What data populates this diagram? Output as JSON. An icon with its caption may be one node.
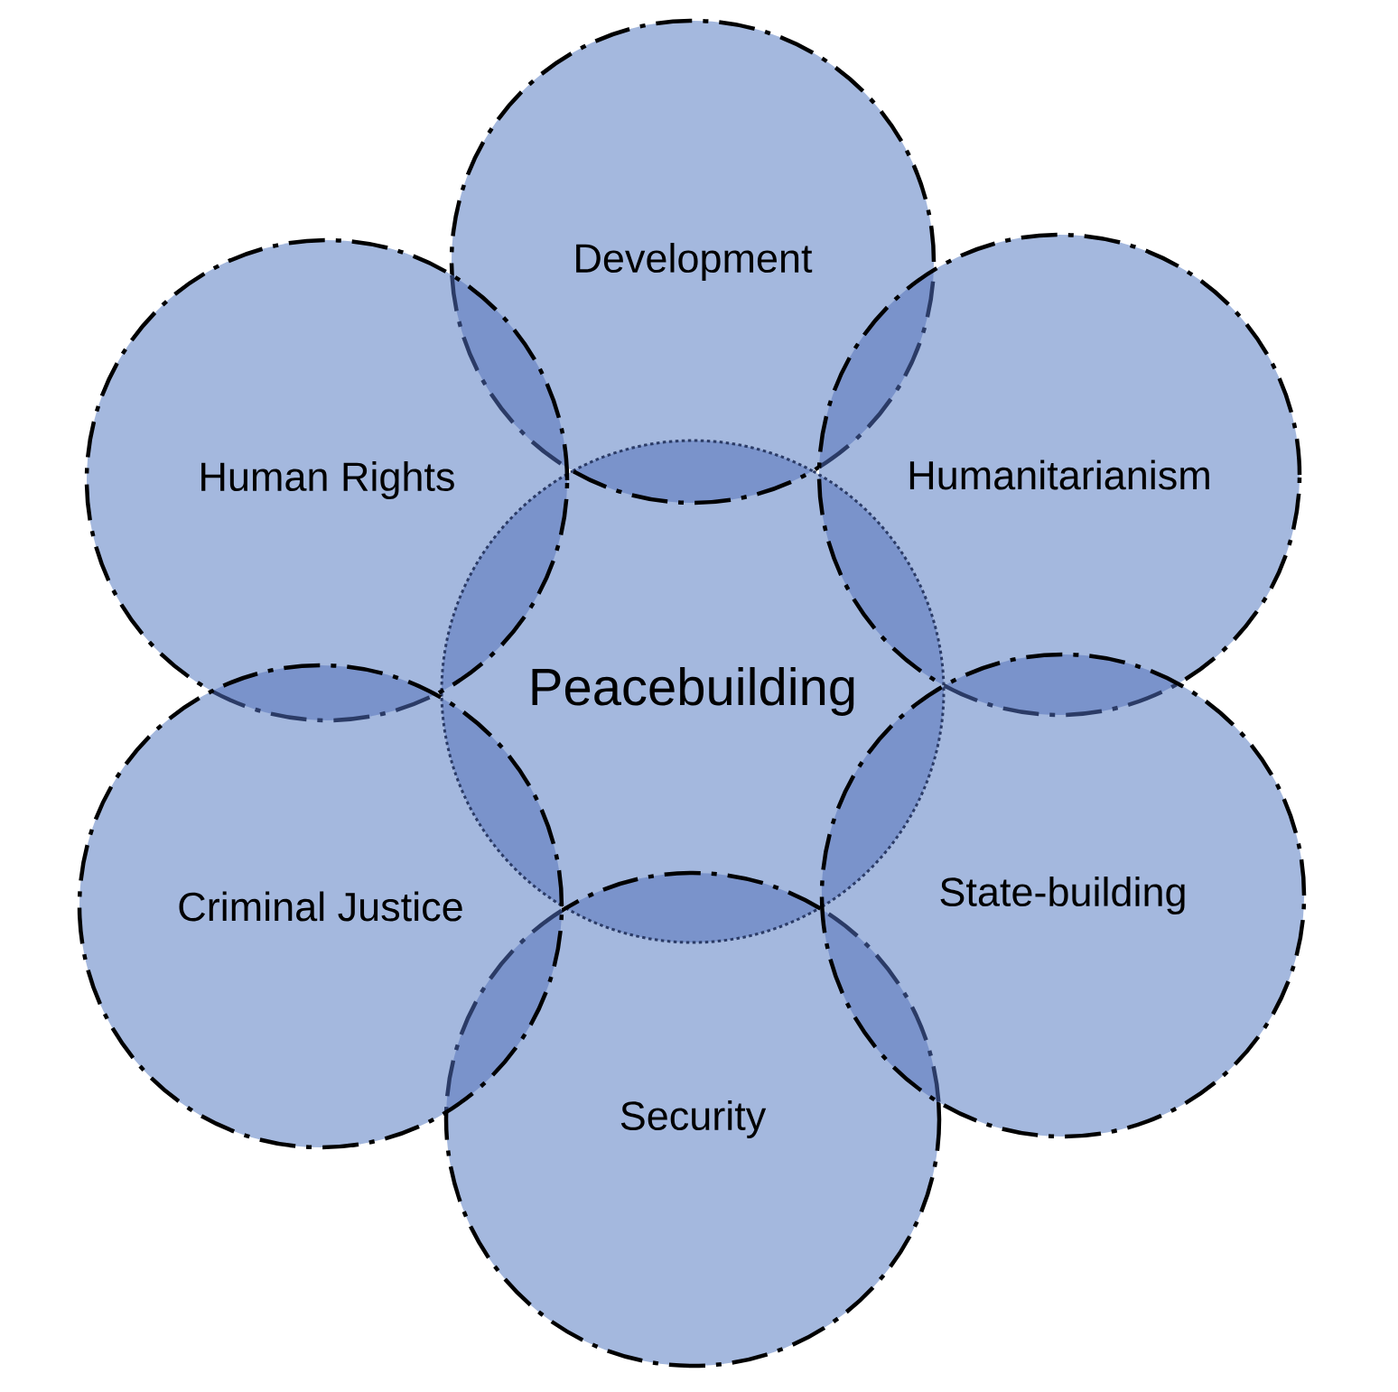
{
  "diagram": {
    "nodes": [
      {
        "text": [
          "Development"
        ]
      },
      {
        "text": [
          "Human Rights"
        ]
      },
      {
        "text": [
          "Humanitarianism"
        ]
      },
      {
        "text": [
          "Peacebuilding"
        ]
      },
      {
        "text": [
          "Criminal Justice"
        ]
      },
      {
        "text": [
          "State-building"
        ]
      },
      {
        "text": [
          "Security"
        ]
      }
    ]
  }
}
